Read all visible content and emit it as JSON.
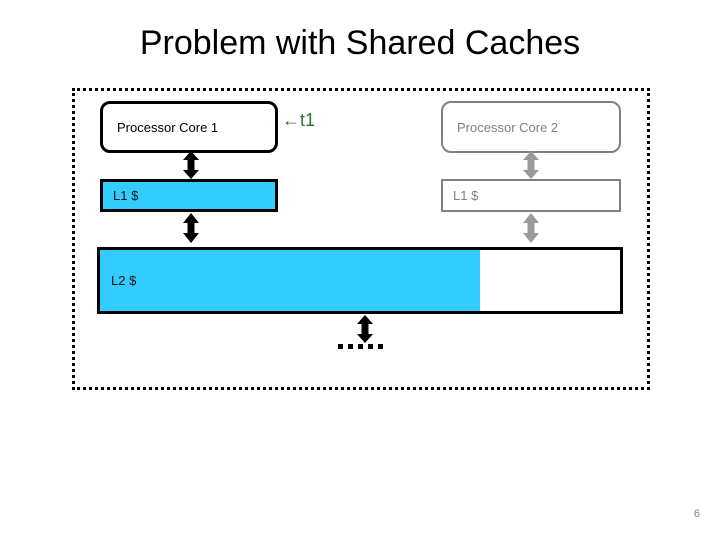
{
  "slide": {
    "title": "Problem with Shared Caches",
    "page_number": "6"
  },
  "colors": {
    "cache_fill": "#33ccff",
    "active_stroke": "#000000",
    "inactive_stroke": "#808080",
    "thread_label": "#376e37",
    "page_number": "#808080",
    "background": "#ffffff"
  },
  "diagram": {
    "boundary_name": "chip-boundary",
    "cores": [
      {
        "label": "Processor Core 1",
        "state": "active"
      },
      {
        "label": "Processor Core 2",
        "state": "inactive"
      }
    ],
    "l1_caches": [
      {
        "label": "L1 $",
        "state": "active",
        "fill_percent": 100
      },
      {
        "label": "L1 $",
        "state": "inactive",
        "fill_percent": 0
      }
    ],
    "l2_cache": {
      "label": "L2 $",
      "state": "active",
      "fill_percent": 73
    },
    "annotations": [
      {
        "name": "thread-t1",
        "text": "←t1",
        "attached_to": "Processor Core 1"
      }
    ],
    "arrows": [
      {
        "name": "arrow-core1-l1",
        "direction": "bidirectional",
        "state": "active"
      },
      {
        "name": "arrow-l1-l2",
        "direction": "bidirectional",
        "state": "active"
      },
      {
        "name": "arrow-core2-l1",
        "direction": "bidirectional",
        "state": "inactive"
      },
      {
        "name": "arrow-l1r-l2",
        "direction": "bidirectional",
        "state": "inactive"
      },
      {
        "name": "arrow-l2-down",
        "direction": "bidirectional",
        "state": "active"
      }
    ],
    "continuation_dots": {
      "name": "continuation-dots",
      "count": 5
    }
  }
}
